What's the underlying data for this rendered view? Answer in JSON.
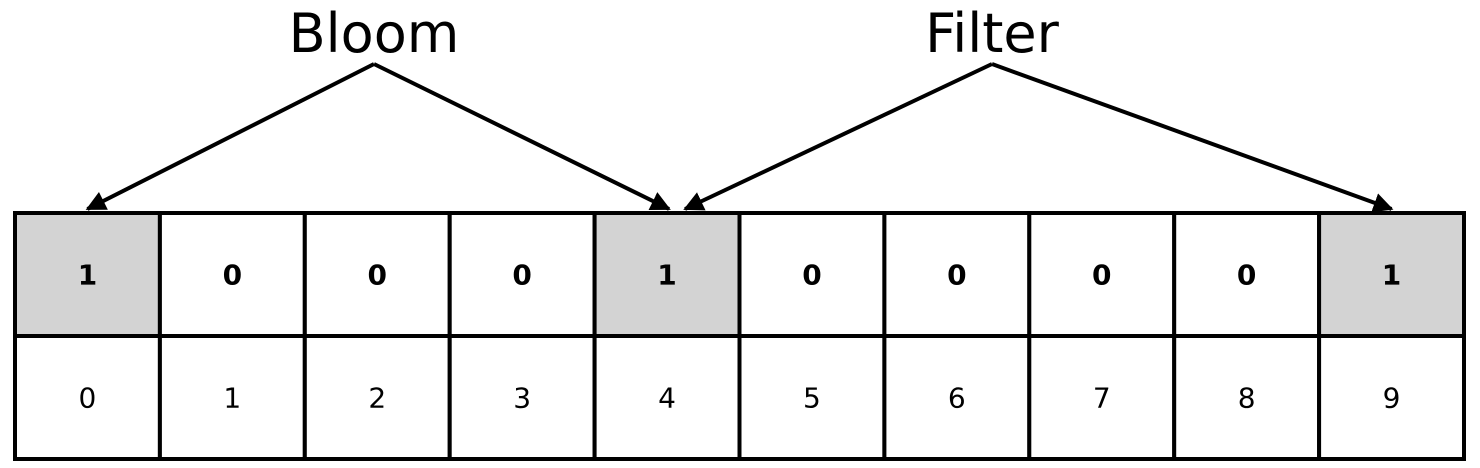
{
  "words": [
    {
      "text": "Bloom",
      "targets": [
        0,
        4
      ]
    },
    {
      "text": "Filter",
      "targets": [
        4,
        9
      ]
    }
  ],
  "bits": [
    "1",
    "0",
    "0",
    "0",
    "1",
    "0",
    "0",
    "0",
    "0",
    "1"
  ],
  "indices": [
    "0",
    "1",
    "2",
    "3",
    "4",
    "5",
    "6",
    "7",
    "8",
    "9"
  ],
  "colors": {
    "set_bit_fill": "#d3d3d3",
    "unset_bit_fill": "#ffffff",
    "border": "#000000"
  }
}
